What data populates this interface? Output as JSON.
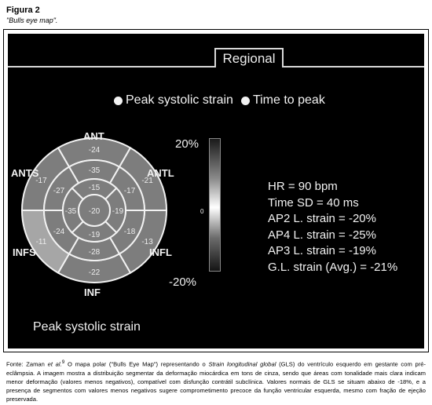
{
  "figure": {
    "title": "Figura 2",
    "subtitle": "\"Bulls eye map\"."
  },
  "panel": {
    "tab_label": "Regional",
    "radio_options": [
      "Peak systolic strain",
      "Time to peak"
    ],
    "bottom_label": "Peak systolic strain"
  },
  "polar_labels": {
    "ant": "ANT",
    "ants": "ANTS",
    "antl": "ANTL",
    "infs": "INFS",
    "infl": "INFL",
    "inf": "INF"
  },
  "segments": {
    "basal": [
      "-24",
      "-21",
      "-13",
      "-22",
      "-11",
      "-17"
    ],
    "mid": [
      "-35",
      "-17",
      "-18",
      "-28",
      "-24",
      "-27"
    ],
    "apical": [
      "-15",
      "-19",
      "-19",
      "-35"
    ],
    "apex": "-20"
  },
  "segment_shading": {
    "basal_light": [
      4
    ]
  },
  "scale": {
    "top": "20%",
    "mid": "0",
    "bottom": "-20%"
  },
  "stats": [
    "HR = 90 bpm",
    "Time SD = 40 ms",
    "AP2 L. strain = -20%",
    "AP4 L. strain = -25%",
    "AP3 L. strain = -19%",
    "G.L. strain (Avg.) = -21%"
  ],
  "caption": {
    "source_prefix": "Fonte: Zaman ",
    "etal": "et al.",
    "sup": "9",
    "part1": " O mapa polar (\"Bulls Eye Map\") representando o ",
    "italic_term": "Strain longitudinal global",
    "part2": " (GLS) do ventrículo esquerdo em gestante com pré-eclâmpsia. A imagem mostra a distribuição segmentar da deformação miocárdica em tons de cinza, sendo que áreas com tonalidade mais clara indicam menor deformação (valores menos negativos), compatível com disfunção contrátil subclínica. Valores normais de GLS se situam abaixo de -18%, e a presença de segmentos com valores menos negativos sugere comprometimento precoce da função ventricular esquerda, mesmo com fração de ejeção preservada."
  },
  "colors": {
    "background": "#000000",
    "segment_fill": "#7d7d7d",
    "segment_fill_light": "#a6a6a6",
    "segment_stroke": "#f2f2f2",
    "text_light": "#f2f2f2"
  }
}
